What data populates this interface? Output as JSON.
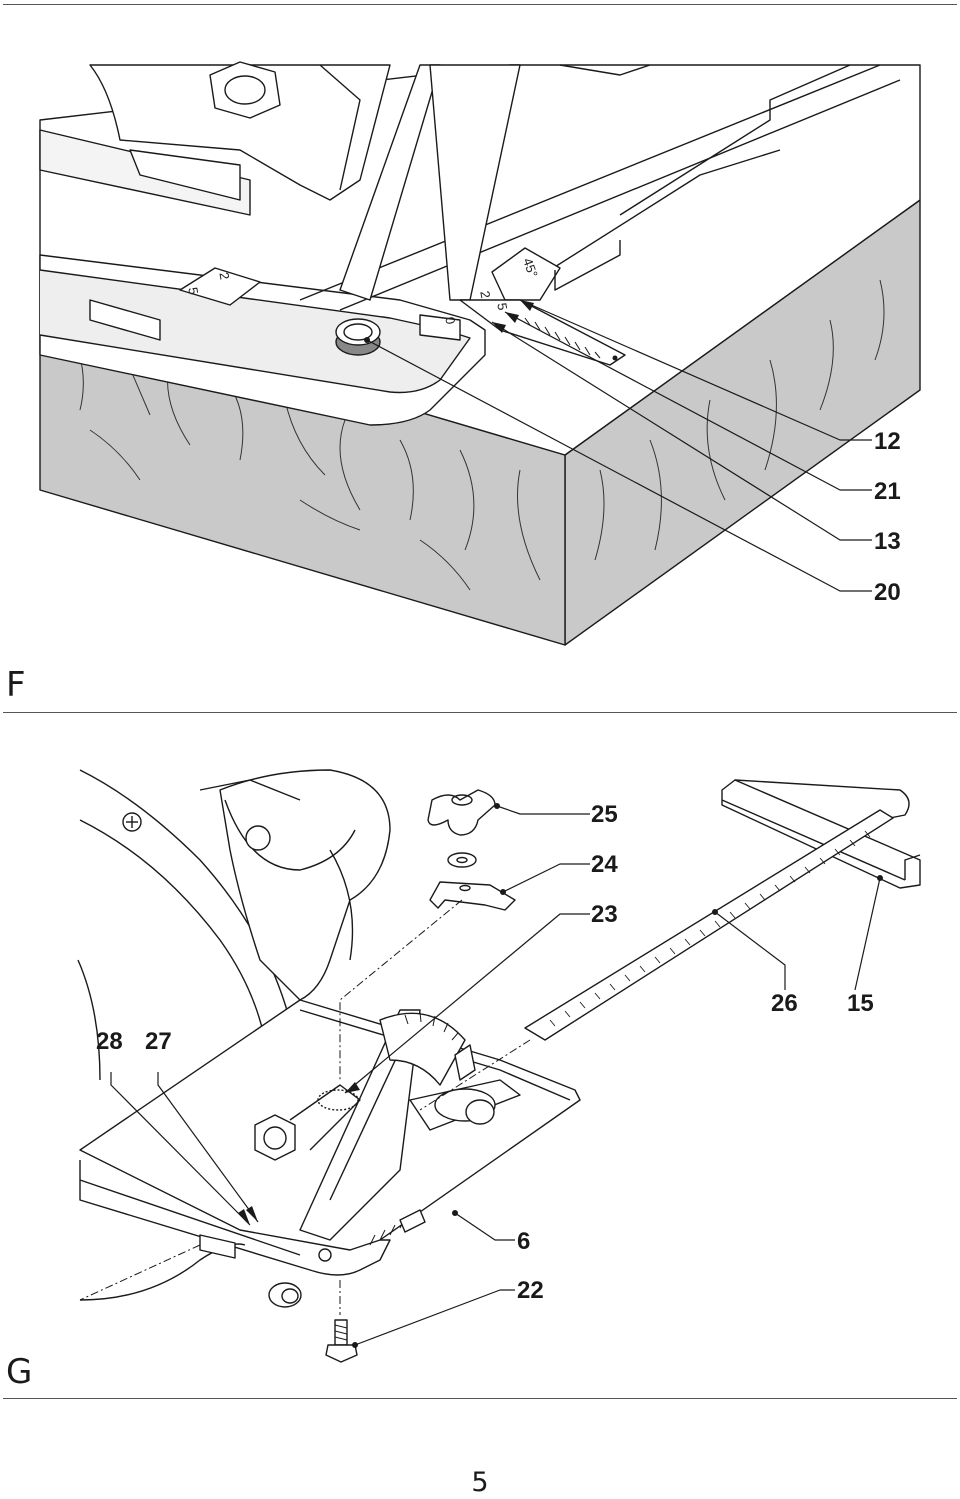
{
  "figures": [
    {
      "letter": "F",
      "scale_labels": [
        "45°",
        "5",
        "2",
        "0",
        "2",
        "5"
      ],
      "callouts": [
        "12",
        "21",
        "13",
        "20"
      ]
    },
    {
      "letter": "G",
      "callouts": [
        "25",
        "24",
        "23",
        "26",
        "15",
        "28",
        "27",
        "6",
        "22"
      ]
    }
  ],
  "page_number": "5"
}
